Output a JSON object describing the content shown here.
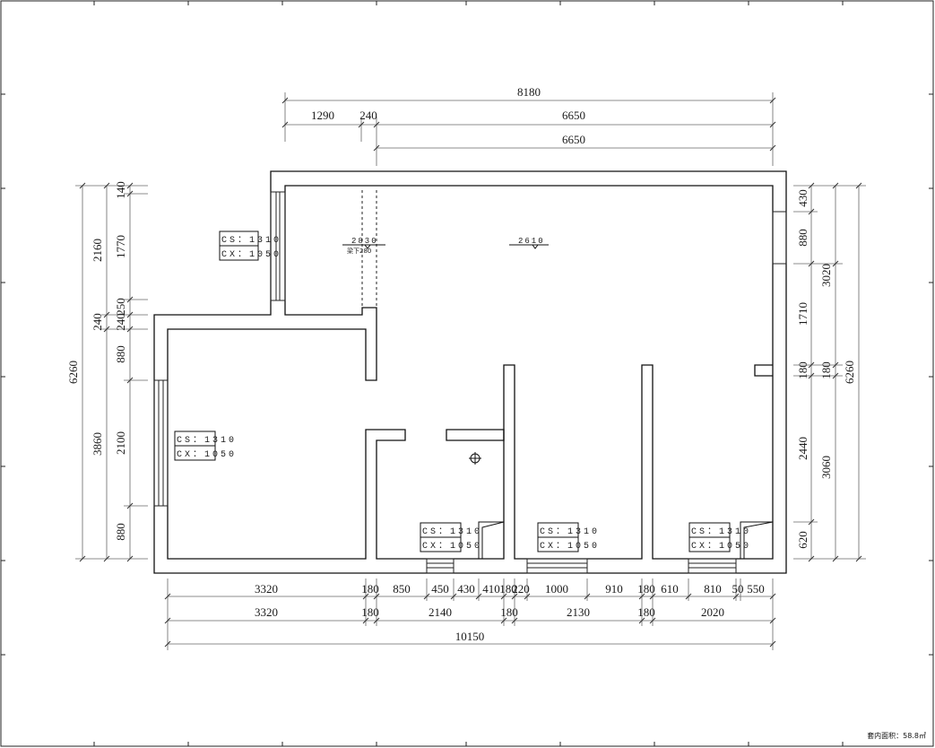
{
  "top_dims": {
    "overall": "8180",
    "seg1": "1290",
    "seg2": "240",
    "seg3": "6650",
    "row3": "6650"
  },
  "bottom_dims": {
    "row1": [
      "3320",
      "180",
      "850",
      "450",
      "430",
      "410",
      "180",
      "220",
      "1000",
      "910",
      "180",
      "610",
      "810",
      "50",
      "550"
    ],
    "row2": [
      "3320",
      "180",
      "2140",
      "180",
      "2130",
      "180",
      "2020"
    ],
    "overall": "10150"
  },
  "left_dims": {
    "overall": "6260",
    "upper": "2160",
    "lower": "3860",
    "mid": "240",
    "inner": [
      "140",
      "1770",
      "250",
      "240",
      "880",
      "2100",
      "880"
    ]
  },
  "right_dims": {
    "overall": "6260",
    "upper": "3020",
    "mid": "180",
    "lower": "3060",
    "inner": [
      "430",
      "880",
      "1710",
      "180",
      "2440",
      "620"
    ]
  },
  "window_tags": [
    {
      "cs": "CS：1310",
      "cx": "CX：1050"
    },
    {
      "cs": "CS：1310",
      "cx": "CX：1050"
    },
    {
      "cs": "CS：1310",
      "cx": "CX：1050"
    },
    {
      "cs": "CS：1310",
      "cx": "CX：1050"
    },
    {
      "cs": "CS：1310",
      "cx": "CX：1050"
    }
  ],
  "level_marks": {
    "a": "2830",
    "a_sub": "梁下280",
    "b": "2610"
  },
  "area_label": "套内面积：58.8㎡"
}
